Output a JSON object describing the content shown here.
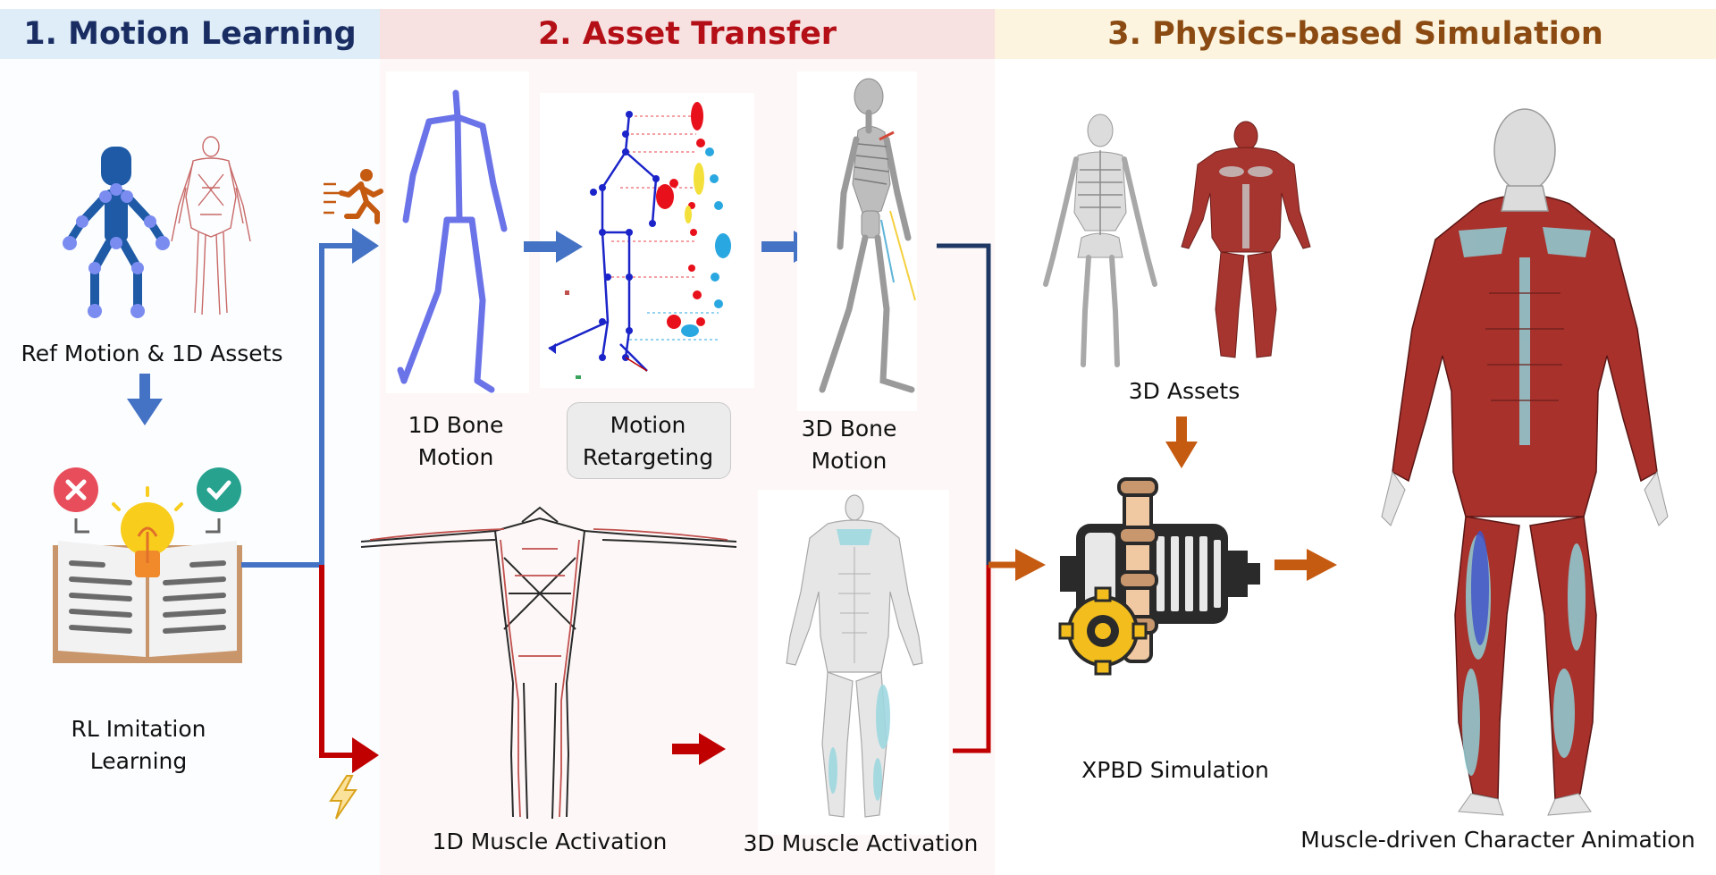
{
  "headers": {
    "motion_learning": "1. Motion Learning",
    "asset_transfer": "2. Asset Transfer",
    "physics_sim": "3. Physics-based Simulation"
  },
  "labels": {
    "ref_motion": "Ref Motion & 1D Assets",
    "rl_line1": "RL  Imitation",
    "rl_line2": "Learning",
    "bone1d_line1": "1D Bone",
    "bone1d_line2": "Motion",
    "retarget_line1": "Motion",
    "retarget_line2": "Retargeting",
    "bone3d_line1": "3D Bone",
    "bone3d_line2": "Motion",
    "muscle1d": "1D Muscle Activation",
    "muscle3d": "3D Muscle Activation",
    "assets3d": "3D Assets",
    "xpbd": "XPBD Simulation",
    "character": "Muscle-driven  Character Animation"
  },
  "colors": {
    "header1_bg": "#deedf8",
    "header1_text": "#1a2d63",
    "header2_bg": "#f7e1e1",
    "header2_text": "#b40f16",
    "header3_bg": "#fcf4de",
    "header3_text": "#8a4a12",
    "blue_arrow": "#4472c4",
    "red_arrow": "#c00000",
    "orange_arrow": "#c55a11",
    "navy_line": "#1f3864"
  }
}
